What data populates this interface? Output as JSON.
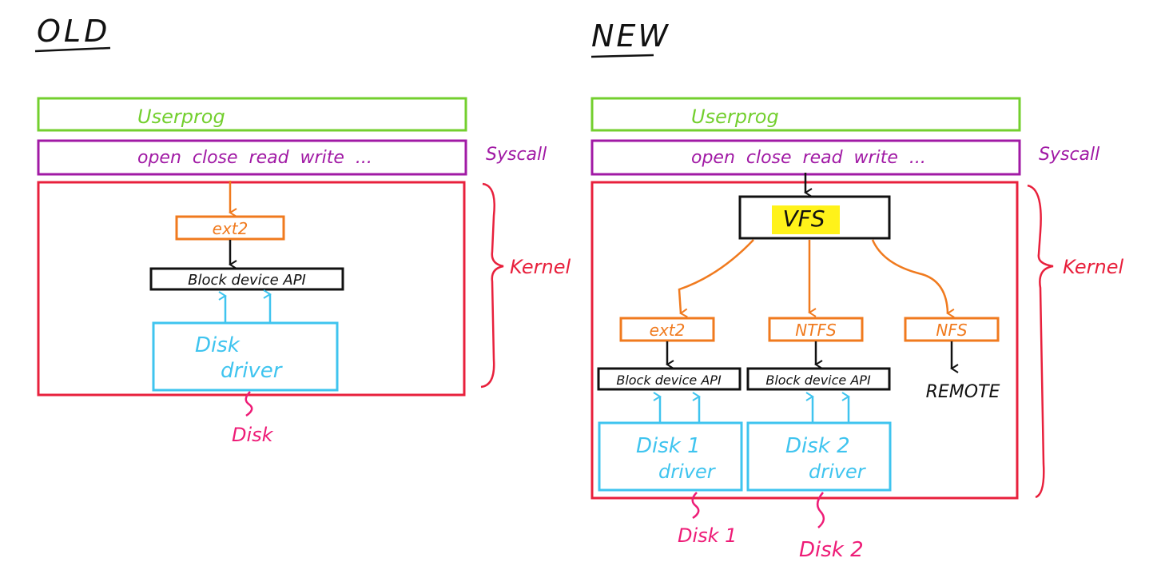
{
  "colors": {
    "green": "#73cf2e",
    "purple": "#a11aa5",
    "red": "#e8203c",
    "orange": "#f07a1e",
    "black": "#111111",
    "blue": "#3fc4ef",
    "pink": "#ee1c77",
    "highlight": "#fff21a"
  },
  "old": {
    "heading": "OLD",
    "userprog": "Userprog",
    "syscalls": "open  close  read  write  ...",
    "syscall_label": "Syscall",
    "kernel_label": "Kernel",
    "fs": "ext2",
    "block_api": "Block device API",
    "driver_line1": "Disk",
    "driver_line2": "driver",
    "disk": "Disk"
  },
  "new": {
    "heading": "NEW",
    "userprog": "Userprog",
    "syscalls": "open  close  read  write  ...",
    "syscall_label": "Syscall",
    "kernel_label": "Kernel",
    "vfs": "VFS",
    "fs1": "ext2",
    "fs2": "NTFS",
    "fs3": "NFS",
    "block_api1": "Block device API",
    "block_api2": "Block device API",
    "remote": "REMOTE",
    "driver1_line1": "Disk 1",
    "driver1_line2": "driver",
    "driver2_line1": "Disk 2",
    "driver2_line2": "driver",
    "disk1": "Disk 1",
    "disk2": "Disk 2"
  }
}
